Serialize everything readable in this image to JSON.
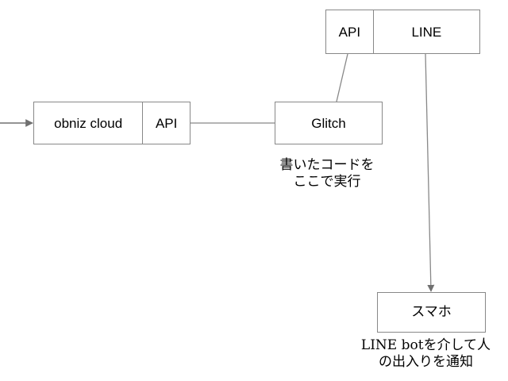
{
  "diagram": {
    "type": "flow-diagram",
    "background_color": "#ffffff",
    "stroke_color": "#888888",
    "text_color": "#000000",
    "nodes": [
      {
        "id": "api-line",
        "cells": [
          {
            "id": "api",
            "label": "API",
            "script": "latin"
          },
          {
            "id": "line",
            "label": "LINE",
            "script": "latin"
          }
        ]
      },
      {
        "id": "obniz",
        "cells": [
          {
            "id": "obniz-cloud",
            "label": "obniz cloud",
            "script": "latin"
          },
          {
            "id": "api",
            "label": "API",
            "script": "latin"
          }
        ]
      },
      {
        "id": "glitch",
        "cells": [
          {
            "id": "glitch",
            "label": "Glitch",
            "script": "latin"
          }
        ]
      },
      {
        "id": "smartphone",
        "cells": [
          {
            "id": "smartphone",
            "label": "スマホ",
            "script": "japanese"
          }
        ]
      }
    ],
    "captions": [
      {
        "id": "glitch-caption",
        "text": "書いたコードを\nここで実行"
      },
      {
        "id": "smartphone-caption",
        "text": "LINE botを介して人\nの出入りを通知"
      }
    ],
    "edges": [
      {
        "id": "incoming-to-obniz",
        "from": "offscreen-left",
        "to": "obniz",
        "arrowhead": "end"
      },
      {
        "id": "obniz-api-to-glitch",
        "from": "obniz",
        "to": "glitch",
        "arrowhead": "none"
      },
      {
        "id": "glitch-to-line-api",
        "from": "glitch",
        "to": "api-line",
        "arrowhead": "none"
      },
      {
        "id": "line-to-smartphone",
        "from": "api-line",
        "to": "smartphone",
        "arrowhead": "end"
      }
    ]
  }
}
